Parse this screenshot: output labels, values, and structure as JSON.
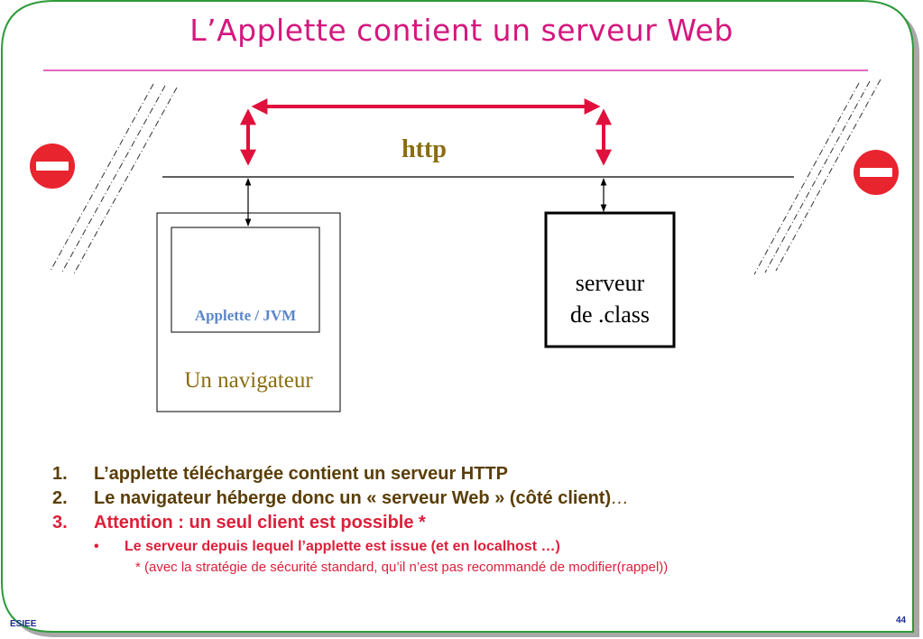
{
  "slide": {
    "title": "L’Applette contient un serveur Web",
    "page_number": "44",
    "footer_label": "ESIEE"
  },
  "diagram": {
    "http_label": "http",
    "applette_label": "Applette / JVM",
    "browser_label": "Un navigateur",
    "server_label_line1": "serveur",
    "server_label_line2": "de .class"
  },
  "list": {
    "items": [
      {
        "number": "1.",
        "text": "L’applette téléchargée contient  un serveur HTTP"
      },
      {
        "number": "2.",
        "text": "Le navigateur héberge donc un « serveur Web » (côté client)",
        "suffix": "…"
      },
      {
        "number": "3.",
        "text": "Attention : un seul client est possible *"
      }
    ],
    "sub_bullet": "•",
    "sub_item": "Le serveur  depuis lequel l’applette est issue (et en localhost …)",
    "footnote": "* (avec la stratégie de sécurité standard, qu’il n’est pas recommandé de modifier(rappel))"
  },
  "colors": {
    "title": "#d4177e",
    "arrow_red": "#e0103c",
    "brown": "#5a3e07",
    "red_text": "#dd1f3a",
    "frame_green": "#2e9a3a",
    "stop_icon": "#e8242e"
  },
  "icons": [
    "no-entry-icon",
    "no-entry-icon"
  ]
}
